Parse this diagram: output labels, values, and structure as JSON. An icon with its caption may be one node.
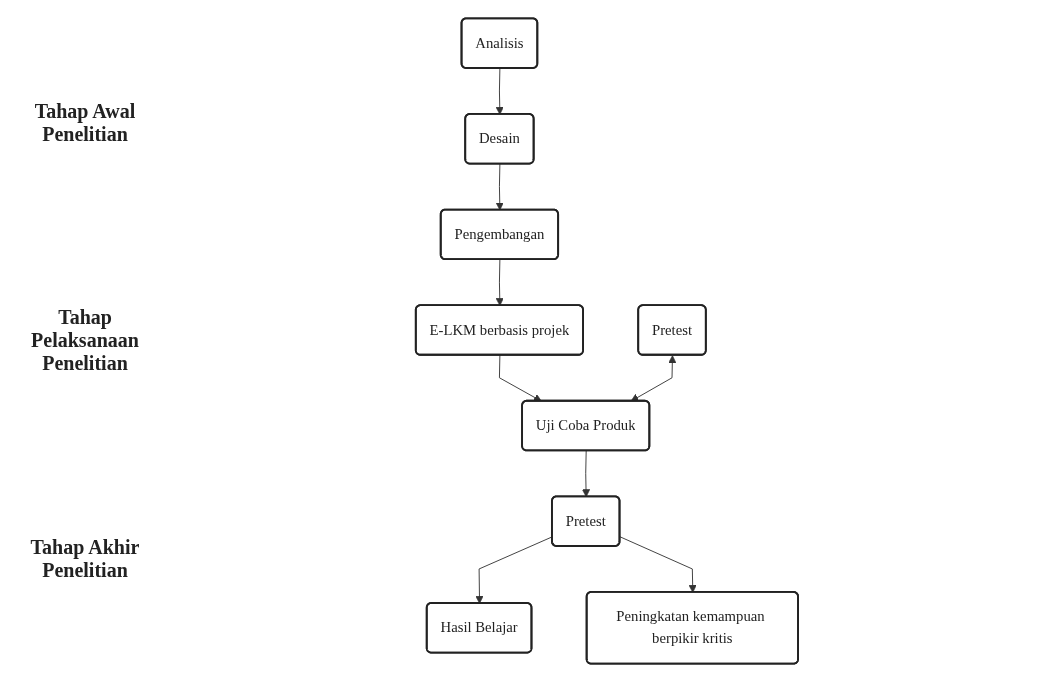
{
  "diagram": {
    "nodes": [
      {
        "text": [
          "Analisis"
        ]
      },
      {
        "text": [
          "Desain"
        ]
      },
      {
        "text": [
          "Pengembangan"
        ]
      },
      {
        "text": [
          "Pretest"
        ]
      },
      {
        "text": [
          "Uji Coba Produk"
        ]
      },
      {
        "text": [
          "E-LKM berbasis projek"
        ]
      },
      {
        "text": [
          "Pretest"
        ]
      },
      {
        "text": [
          "Hasil Belajar"
        ]
      },
      {
        "text": [
          "Peningkatan kemampuan berpikir kritis"
        ]
      }
    ],
    "edges": [
      {
        "from": 0,
        "to": 1,
        "arrow": "to"
      },
      {
        "from": 1,
        "to": 2,
        "arrow": "to"
      },
      {
        "from": 2,
        "to": 5,
        "arrow": "to"
      },
      {
        "from": 5,
        "to": 4,
        "arrow": "to"
      },
      {
        "from": 3,
        "to": 4,
        "arrow": "both"
      },
      {
        "from": 4,
        "to": 6,
        "arrow": "to"
      },
      {
        "from": 6,
        "to": 7,
        "arrow": "to"
      },
      {
        "from": 6,
        "to": 8,
        "arrow": "to"
      }
    ],
    "labels": [
      "Tahap Awal Penelitian",
      "Tahap Pelaksanaan Penelitian",
      "Tahap Akhir Penelitian"
    ]
  }
}
